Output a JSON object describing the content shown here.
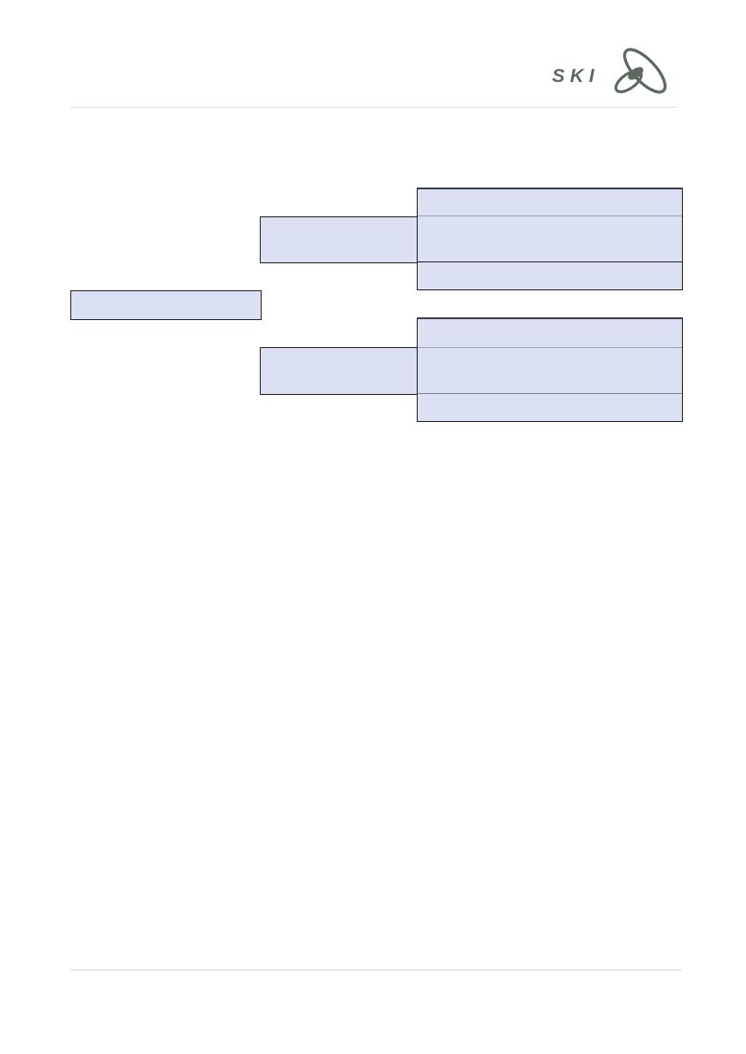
{
  "page": {
    "kind": "report-page-with-empty-figure",
    "background": "#ffffff"
  },
  "header": {
    "logo": {
      "text": "SKI",
      "mark": "orbit-ellipses-atom-icon"
    }
  },
  "figure": {
    "boxes": [
      {
        "id": "left-box",
        "label": ""
      },
      {
        "id": "middle-upper-box",
        "label": ""
      },
      {
        "id": "middle-lower-box",
        "label": ""
      },
      {
        "id": "right-upper-stack",
        "rows": [
          "",
          "",
          ""
        ]
      },
      {
        "id": "right-lower-stack",
        "rows": [
          "",
          "",
          ""
        ]
      }
    ]
  },
  "colors": {
    "logo": "#5b6a61",
    "box_fill": "#dbe0f2",
    "box_border": "#1d1d1f",
    "row_separator": "#9aa1ab",
    "header_rule": "#e9edef",
    "footer_rule": "#e6edf0"
  }
}
